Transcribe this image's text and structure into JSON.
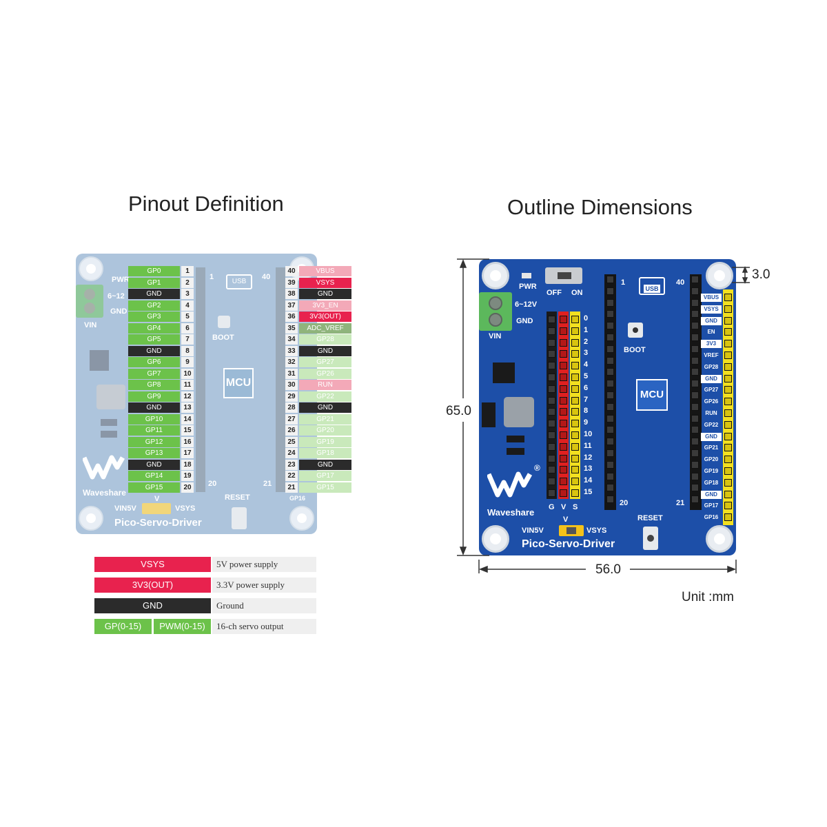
{
  "titles": {
    "left": "Pinout Definition",
    "right": "Outline Dimensions"
  },
  "left_board": {
    "left_pins": [
      {
        "name": "GP0",
        "num": "1",
        "kind": "gp"
      },
      {
        "name": "GP1",
        "num": "2",
        "kind": "gp"
      },
      {
        "name": "GND",
        "num": "3",
        "kind": "gnd"
      },
      {
        "name": "GP2",
        "num": "4",
        "kind": "gp"
      },
      {
        "name": "GP3",
        "num": "5",
        "kind": "gp"
      },
      {
        "name": "GP4",
        "num": "6",
        "kind": "gp"
      },
      {
        "name": "GP5",
        "num": "7",
        "kind": "gp"
      },
      {
        "name": "GND",
        "num": "8",
        "kind": "gnd"
      },
      {
        "name": "GP6",
        "num": "9",
        "kind": "gp"
      },
      {
        "name": "GP7",
        "num": "10",
        "kind": "gp"
      },
      {
        "name": "GP8",
        "num": "11",
        "kind": "gp"
      },
      {
        "name": "GP9",
        "num": "12",
        "kind": "gp"
      },
      {
        "name": "GND",
        "num": "13",
        "kind": "gnd"
      },
      {
        "name": "GP10",
        "num": "14",
        "kind": "gp"
      },
      {
        "name": "GP11",
        "num": "15",
        "kind": "gp"
      },
      {
        "name": "GP12",
        "num": "16",
        "kind": "gp"
      },
      {
        "name": "GP13",
        "num": "17",
        "kind": "gp"
      },
      {
        "name": "GND",
        "num": "18",
        "kind": "gnd"
      },
      {
        "name": "GP14",
        "num": "19",
        "kind": "gp"
      },
      {
        "name": "GP15",
        "num": "20",
        "kind": "gp"
      }
    ],
    "right_pins": [
      {
        "num": "40",
        "name": "VBUS",
        "kind": "pwr-f"
      },
      {
        "num": "39",
        "name": "VSYS",
        "kind": "pwr"
      },
      {
        "num": "38",
        "name": "GND",
        "kind": "gnd"
      },
      {
        "num": "37",
        "name": "3V3_EN",
        "kind": "pwr-f"
      },
      {
        "num": "36",
        "name": "3V3(OUT)",
        "kind": "pwr"
      },
      {
        "num": "35",
        "name": "ADC_VREF",
        "kind": "adc"
      },
      {
        "num": "34",
        "name": "GP28",
        "kind": "gp-f"
      },
      {
        "num": "33",
        "name": "GND",
        "kind": "gnd"
      },
      {
        "num": "32",
        "name": "GP27",
        "kind": "gp-f"
      },
      {
        "num": "31",
        "name": "GP26",
        "kind": "gp-f"
      },
      {
        "num": "30",
        "name": "RUN",
        "kind": "pwr-f"
      },
      {
        "num": "29",
        "name": "GP22",
        "kind": "gp-f"
      },
      {
        "num": "28",
        "name": "GND",
        "kind": "gnd"
      },
      {
        "num": "27",
        "name": "GP21",
        "kind": "gp-f"
      },
      {
        "num": "26",
        "name": "GP20",
        "kind": "gp-f"
      },
      {
        "num": "25",
        "name": "GP19",
        "kind": "gp-f"
      },
      {
        "num": "24",
        "name": "GP18",
        "kind": "gp-f"
      },
      {
        "num": "23",
        "name": "GND",
        "kind": "gnd"
      },
      {
        "num": "22",
        "name": "GP17",
        "kind": "gp-f"
      },
      {
        "num": "21",
        "name": "GP15",
        "kind": "gp-f"
      }
    ],
    "labels": {
      "pwr": "PWR",
      "v6_12": "6~12",
      "gnd": "GND",
      "vin": "VIN",
      "usb": "USB",
      "n1": "1",
      "n40": "40",
      "n20": "20",
      "n21": "21",
      "boot": "BOOT",
      "mcu": "MCU",
      "reset": "RESET",
      "gp16": "GP16",
      "v": "V",
      "vin5v": "VIN5V",
      "vsys": "VSYS",
      "brand": "Waveshare",
      "board": "Pico-Servo-Driver"
    }
  },
  "legend": [
    {
      "tag": "VSYS",
      "caption": "5V power supply",
      "color": "#e8224e"
    },
    {
      "tag": "3V3(OUT)",
      "caption": "3.3V power supply",
      "color": "#e8224e"
    },
    {
      "tag": "GND",
      "caption": "Ground",
      "color": "#2b2b2b"
    },
    {
      "tag": "GP(0-15)",
      "tag2": "PWM(0-15)",
      "caption": "16-ch servo output",
      "color": "#6cc24a"
    }
  ],
  "right_board": {
    "labels": {
      "pwr": "PWR",
      "off": "OFF",
      "on": "ON",
      "v6_12": "6~12V",
      "gnd": "GND",
      "vin": "VIN",
      "usb": "USB",
      "n1": "1",
      "n40": "40",
      "n20": "20",
      "n21": "21",
      "boot": "BOOT",
      "mcu": "MCU",
      "brand": "Waveshare",
      "g": "G",
      "vv": "V",
      "s": "S",
      "v": "V",
      "vin5v": "VIN5V",
      "vsys": "VSYS",
      "reset": "RESET",
      "board": "Pico-Servo-Driver",
      "reg": "®"
    },
    "servo_numbers": [
      "0",
      "1",
      "2",
      "3",
      "4",
      "5",
      "6",
      "7",
      "8",
      "9",
      "10",
      "11",
      "12",
      "13",
      "14",
      "15"
    ],
    "right_tags": [
      {
        "name": "VBUS",
        "boxed": true
      },
      {
        "name": "VSYS",
        "boxed": true
      },
      {
        "name": "GND",
        "boxed": true
      },
      {
        "name": "EN",
        "boxed": false
      },
      {
        "name": "3V3",
        "boxed": true
      },
      {
        "name": "VREF",
        "boxed": false
      },
      {
        "name": "GP28",
        "boxed": false
      },
      {
        "name": "GND",
        "boxed": true
      },
      {
        "name": "GP27",
        "boxed": false
      },
      {
        "name": "GP26",
        "boxed": false
      },
      {
        "name": "RUN",
        "boxed": false
      },
      {
        "name": "GP22",
        "boxed": false
      },
      {
        "name": "GND",
        "boxed": true
      },
      {
        "name": "GP21",
        "boxed": false
      },
      {
        "name": "GP20",
        "boxed": false
      },
      {
        "name": "GP19",
        "boxed": false
      },
      {
        "name": "GP18",
        "boxed": false
      },
      {
        "name": "GND",
        "boxed": true
      },
      {
        "name": "GP17",
        "boxed": false
      },
      {
        "name": "GP16",
        "boxed": false
      }
    ]
  },
  "dimensions": {
    "height": "65.0",
    "width": "56.0",
    "hole": "3.0",
    "unit": "Unit :mm"
  }
}
